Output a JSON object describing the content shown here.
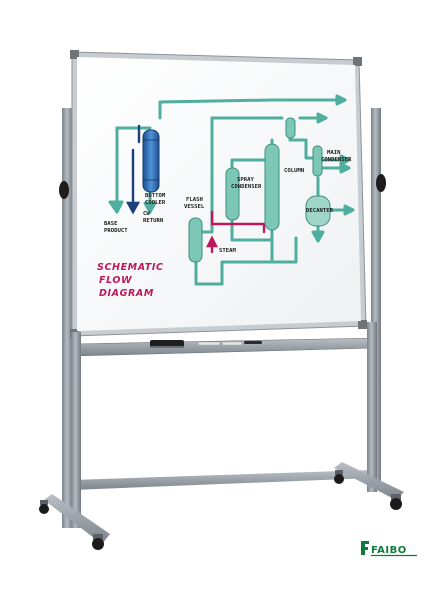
{
  "whiteboard": {
    "diagram_labels": {
      "base_product_1": "BASE",
      "base_product_2": "PRODUCT",
      "bottom_cooler_1": "BOTTOM",
      "bottom_cooler_2": "COOLER",
      "cw_return_1": "CW",
      "cw_return_2": "RETURN",
      "flash_vessel_1": "FLASH",
      "flash_vessel_2": "VESSEL",
      "spray_condenser_1": "SPRAY",
      "spray_condenser_2": "CONDENSER",
      "column": "COLUMN",
      "main_condenser_1": "MAIN",
      "main_condenser_2": "CONDENSER",
      "decanter": "DECANTER",
      "steam": "STEAM"
    },
    "title_lines": [
      "SCHEMATIC",
      "FLOW",
      "DIAGRAM"
    ]
  },
  "brand": {
    "logo_text": "FAIBO"
  },
  "colors": {
    "frame": "#b7bcc0",
    "stand": "#8e959c",
    "board": "#fbfcfd",
    "teal": "#4fae9d",
    "blue": "#2f6fb5",
    "red": "#c0175b",
    "green_logo": "#0f7a3c"
  }
}
